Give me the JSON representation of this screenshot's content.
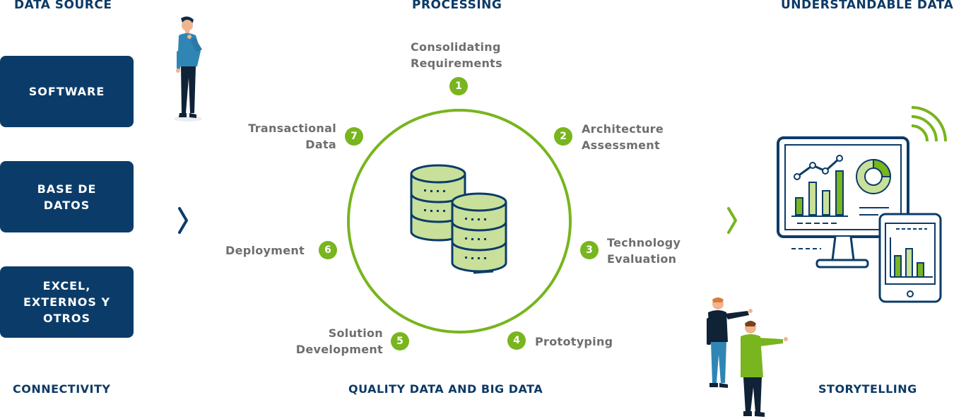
{
  "headers": {
    "data_source": "DATA SOURCE",
    "processing": "PROCESSING",
    "understandable_data": "UNDERSTANDABLE DATA"
  },
  "footers": {
    "connectivity": "CONNECTIVITY",
    "quality": "QUALITY DATA AND BIG DATA",
    "storytelling": "STORYTELLING"
  },
  "sources": [
    {
      "label": "SOFTWARE"
    },
    {
      "label": "BASE DE\nDATOS"
    },
    {
      "label": "EXCEL,\nEXTERNOS Y\nOTROS"
    }
  ],
  "steps": [
    {
      "num": "1",
      "label": "Consolidating\nRequirements"
    },
    {
      "num": "2",
      "label": "Architecture\nAssessment"
    },
    {
      "num": "3",
      "label": "Technology\nEvaluation"
    },
    {
      "num": "4",
      "label": "Prototyping"
    },
    {
      "num": "5",
      "label": "Solution\nDevelopment"
    },
    {
      "num": "6",
      "label": "Deployment"
    },
    {
      "num": "7",
      "label": "Transactional\nData"
    }
  ],
  "colors": {
    "navy": "#0b3c69",
    "green": "#78b51e",
    "grey_text": "#6d6e71",
    "teal_shirt": "#2f86b4",
    "light_green": "#c8e09a"
  },
  "icons": {
    "database": "database-icon",
    "dashboard": "dashboard-monitor-icon",
    "tablet": "tablet-chart-icon",
    "wifi": "wifi-signal-icon",
    "chevron": "chevron-right-icon"
  }
}
